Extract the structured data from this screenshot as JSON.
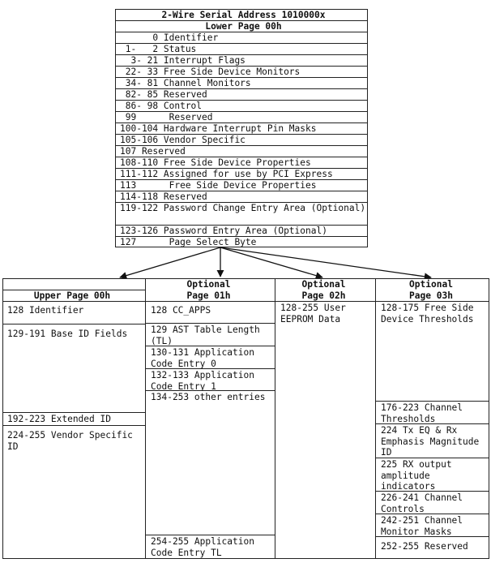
{
  "lower_table": {
    "title": "2-Wire Serial Address 1010000x",
    "subtitle": "Lower Page 00h",
    "rows": [
      "      0 Identifier",
      " 1-   2 Status",
      "  3- 21 Interrupt Flags",
      " 22- 33 Free Side Device Monitors",
      " 34- 81 Channel Monitors",
      " 82- 85 Reserved",
      " 86- 98 Control",
      " 99      Reserved",
      "100-104 Hardware Interrupt Pin Masks",
      "105-106 Vendor Specific",
      "107 Reserved",
      "108-110 Free Side Device Properties",
      "111-112 Assigned for use by PCI Express",
      "113      Free Side Device Properties",
      "114-118 Reserved",
      "119-122 Password Change Entry Area (Optional)",
      "123-126 Password Entry Area (Optional)",
      "127      Page Select Byte"
    ]
  },
  "upper_page_00h": {
    "header": "Upper Page 00h",
    "cells": [
      "128 Identifier",
      "129-191 Base ID Fields",
      "192-223 Extended ID",
      "224-255 Vendor Specific ID"
    ]
  },
  "page_01h": {
    "header_line1": "Optional",
    "header_line2": "Page 01h",
    "cells": [
      "128 CC_APPS",
      "129 AST Table Length (TL)",
      "130-131 Application Code Entry 0",
      "132-133 Application Code Entry 1",
      "134-253 other entries",
      "254-255 Application Code Entry TL"
    ]
  },
  "page_02h": {
    "header_line1": "Optional",
    "header_line2": "Page 02h",
    "cells": [
      "128-255 User EEPROM Data"
    ]
  },
  "page_03h": {
    "header_line1": "Optional",
    "header_line2": "Page 03h",
    "cells": [
      "128-175 Free Side Device Thresholds",
      "176-223 Channel Thresholds",
      "224 Tx EQ & Rx Emphasis Magnitude ID",
      "225 RX output amplitude indicators",
      "226-241 Channel Controls",
      "242-251 Channel Monitor Masks",
      "252-255 Reserved"
    ]
  }
}
